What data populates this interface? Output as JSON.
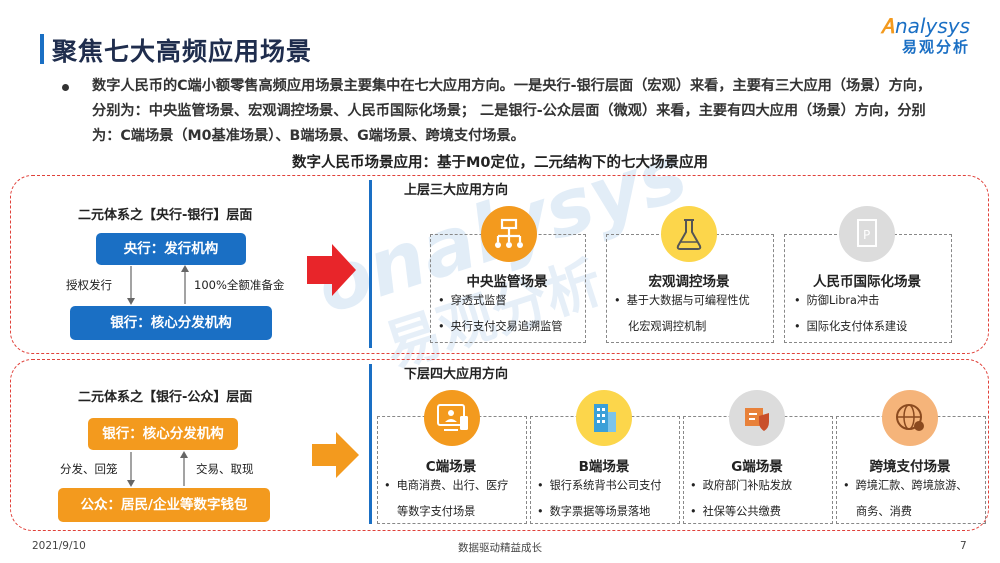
{
  "header": {
    "title": "聚焦七大高频应用场景",
    "logo_text": "nalysys",
    "logo_zh": "易观分析"
  },
  "bullet": "数字人民币的C端小额零售高频应用场景主要集中在七大应用方向。一是央行-银行层面（宏观）来看，主要有三大应用（场景）方向，分别为：中央监管场景、宏观调控场景、人民币国际化场景；  二是银行-公众层面（微观）来看，主要有四大应用（场景）方向，分别为：C端场景（M0基准场景）、B端场景、G端场景、跨境支付场景。",
  "subtitle": "数字人民币场景应用：基于M0定位，二元结构下的七大场景应用",
  "top": {
    "left_title": "二元体系之【央行-银行】层面",
    "box_top": "央行：发行机构",
    "box_bottom": "银行：核心分发机构",
    "left_label": "授权发行",
    "right_label": "100%全额准备金",
    "section_head": "上层三大应用方向",
    "cards": [
      {
        "title": "中央监管场景",
        "items": [
          "穿透式监督",
          "央行支付交易追溯监管"
        ]
      },
      {
        "title": "宏观调控场景",
        "items": [
          "基于大数据与可编程性优",
          "化宏观调控机制"
        ]
      },
      {
        "title": "人民币国际化场景",
        "items": [
          "防御Libra冲击",
          "国际化支付体系建设"
        ]
      }
    ]
  },
  "bottom": {
    "left_title": "二元体系之【银行-公众】层面",
    "box_top": "银行：核心分发机构",
    "box_bottom": "公众：居民/企业等数字钱包",
    "left_label": "分发、回笼",
    "right_label": "交易、取现",
    "section_head": "下层四大应用方向",
    "cards": [
      {
        "title": "C端场景",
        "items": [
          "电商消费、出行、医疗",
          "等数字支付场景"
        ]
      },
      {
        "title": "B端场景",
        "items": [
          "银行系统背书公司支付",
          "数字票据等场景落地"
        ]
      },
      {
        "title": "G端场景",
        "items": [
          "政府部门补贴发放",
          "社保等公共缴费"
        ]
      },
      {
        "title": "跨境支付场景",
        "items": [
          "跨境汇款、跨境旅游、",
          "商务、消费"
        ]
      }
    ]
  },
  "footer": {
    "date": "2021/9/10",
    "center": "数据驱动精益成长",
    "page": "7"
  },
  "colors": {
    "blue": "#1a6fc4",
    "orange": "#f39a1e",
    "red": "#e0413a"
  }
}
